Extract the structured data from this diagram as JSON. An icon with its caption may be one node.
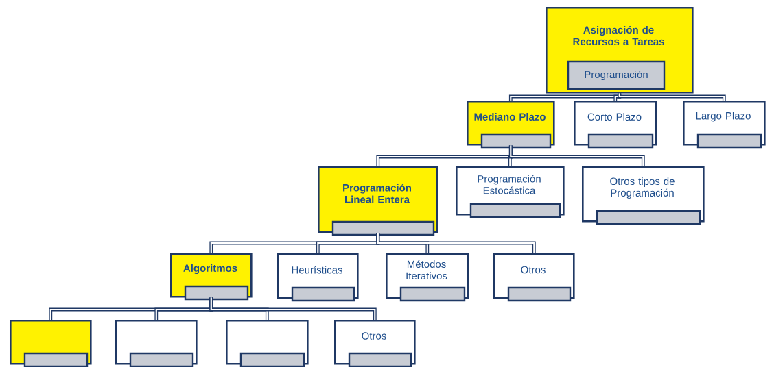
{
  "diagram": {
    "nodes": [
      {
        "text": [
          "Asignación de Recursos a Tareas",
          "Programación"
        ]
      },
      {
        "text": [
          "Mediano Plazo"
        ]
      },
      {
        "text": [
          "Corto Plazo"
        ]
      },
      {
        "text": [
          "Largo Plazo"
        ]
      },
      {
        "text": [
          "Programación Lineal Entera"
        ]
      },
      {
        "text": [
          "Programación Estocástica"
        ]
      },
      {
        "text": [
          "Otros tipos de Programación"
        ]
      },
      {
        "text": [
          "Algoritmos"
        ]
      },
      {
        "text": [
          "Heurísticas"
        ]
      },
      {
        "text": [
          "Métodos Iterativos"
        ]
      },
      {
        "text": [
          "Otros"
        ]
      },
      {
        "text": [],
        "shape": "box"
      },
      {
        "text": [],
        "shape": "box"
      },
      {
        "text": [],
        "shape": "box"
      },
      {
        "text": [
          "Otros"
        ]
      }
    ],
    "edges": [
      {
        "from": 0,
        "to": 1,
        "arrow": "none"
      },
      {
        "from": 0,
        "to": 2,
        "arrow": "none"
      },
      {
        "from": 0,
        "to": 3,
        "arrow": "none"
      },
      {
        "from": 1,
        "to": 4,
        "arrow": "none"
      },
      {
        "from": 1,
        "to": 5,
        "arrow": "none"
      },
      {
        "from": 1,
        "to": 6,
        "arrow": "none"
      },
      {
        "from": 4,
        "to": 7,
        "arrow": "none"
      },
      {
        "from": 4,
        "to": 8,
        "arrow": "none"
      },
      {
        "from": 4,
        "to": 9,
        "arrow": "none"
      },
      {
        "from": 4,
        "to": 10,
        "arrow": "none"
      },
      {
        "from": 7,
        "to": 11,
        "arrow": "none"
      },
      {
        "from": 7,
        "to": 12,
        "arrow": "none"
      },
      {
        "from": 7,
        "to": 13,
        "arrow": "none"
      },
      {
        "from": 7,
        "to": 14,
        "arrow": "none"
      }
    ]
  }
}
